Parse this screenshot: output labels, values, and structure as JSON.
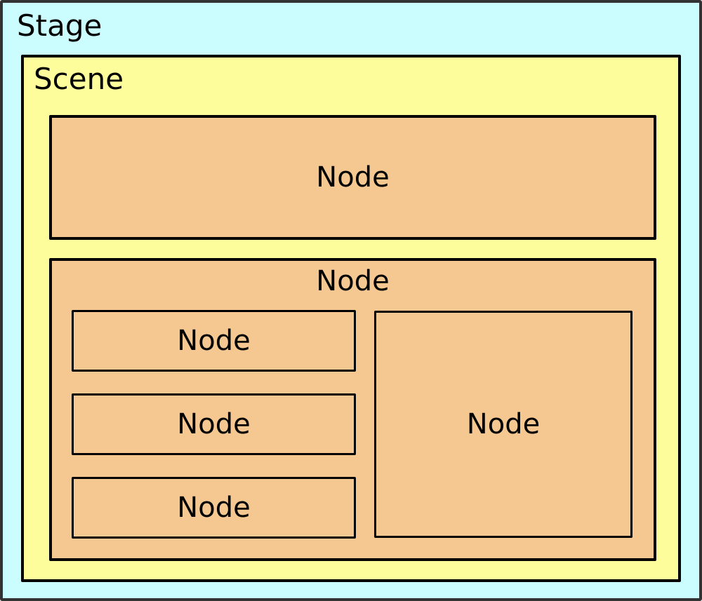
{
  "diagram": {
    "stage": {
      "label": "Stage"
    },
    "scene": {
      "label": "Scene"
    },
    "top_node": {
      "label": "Node"
    },
    "parent_node": {
      "label": "Node"
    },
    "child_nodes": [
      {
        "label": "Node"
      },
      {
        "label": "Node"
      },
      {
        "label": "Node"
      }
    ],
    "right_node": {
      "label": "Node"
    },
    "colors": {
      "stage_bg": "#ccfdfe",
      "scene_bg": "#fdfd9b",
      "node_bg": "#f5c791",
      "line": "#000000",
      "outer_border": "#333333",
      "text": "#000000"
    }
  }
}
